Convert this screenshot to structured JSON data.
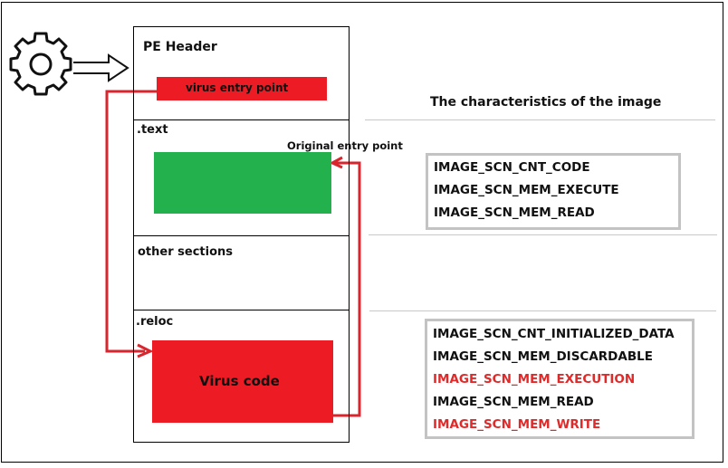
{
  "diagram": {
    "pe_header": {
      "label": "PE Header",
      "virus_entry_label": "virus entry point"
    },
    "sections": {
      "text": {
        "label": ".text"
      },
      "other": {
        "label": "other sections"
      },
      "reloc": {
        "label": ".reloc",
        "virus_code_label": "Virus code"
      }
    },
    "original_entry_label": "Original entry point",
    "icons": {
      "loader": "gear-icon",
      "load_arrow": "double-arrow-right-icon"
    },
    "colors": {
      "virus_red": "#ed1c24",
      "code_green": "#22b14c",
      "arrow_red": "#d9262e",
      "highlight_text": "#e02a2a"
    }
  },
  "characteristics": {
    "title": "The characteristics of the image",
    "text_section": [
      {
        "name": "IMAGE_SCN_CNT_CODE",
        "highlight": false
      },
      {
        "name": "IMAGE_SCN_MEM_EXECUTE",
        "highlight": false
      },
      {
        "name": "IMAGE_SCN_MEM_READ",
        "highlight": false
      }
    ],
    "reloc_section": [
      {
        "name": "IMAGE_SCN_CNT_INITIALIZED_DATA",
        "highlight": false
      },
      {
        "name": "IMAGE_SCN_MEM_DISCARDABLE",
        "highlight": false
      },
      {
        "name": "IMAGE_SCN_MEM_EXECUTION",
        "highlight": true
      },
      {
        "name": "IMAGE_SCN_MEM_READ",
        "highlight": false
      },
      {
        "name": "IMAGE_SCN_MEM_WRITE",
        "highlight": true
      }
    ]
  }
}
